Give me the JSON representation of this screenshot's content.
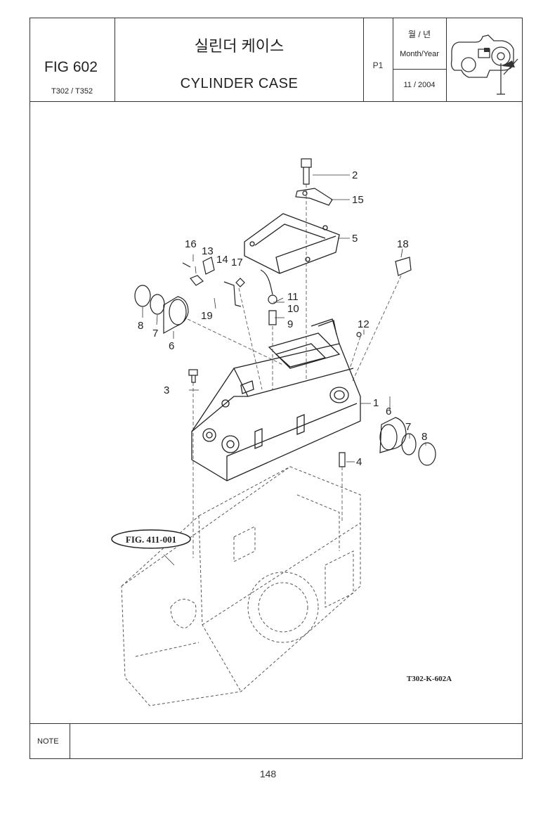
{
  "header": {
    "fig_number": "FIG 602",
    "models": "T302 / T352",
    "title_korean": "실린더 케이스",
    "title_english": "CYLINDER CASE",
    "page_code": "P1",
    "month_year_korean": "월 / 년",
    "month_year_english": "Month/Year",
    "date": "11 / 2004"
  },
  "diagram": {
    "drawing_code": "T302-K-602A",
    "reference_label": "FIG. 411-001",
    "callouts": [
      "1",
      "2",
      "3",
      "4",
      "5",
      "6",
      "6",
      "7",
      "7",
      "8",
      "8",
      "9",
      "10",
      "11",
      "12",
      "13",
      "14",
      "15",
      "16",
      "17",
      "18",
      "19"
    ]
  },
  "footer": {
    "note_label": "NOTE",
    "page_number": "148"
  }
}
